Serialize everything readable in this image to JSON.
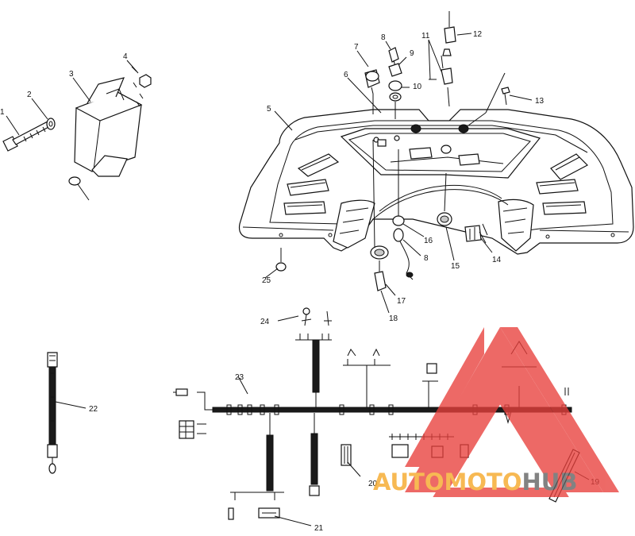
{
  "diagram": {
    "callouts": [
      {
        "id": "c1",
        "text": "1"
      },
      {
        "id": "c2",
        "text": "2"
      },
      {
        "id": "c3",
        "text": "3"
      },
      {
        "id": "c4",
        "text": "4"
      },
      {
        "id": "c5",
        "text": "5"
      },
      {
        "id": "c6",
        "text": "6"
      },
      {
        "id": "c7",
        "text": "7"
      },
      {
        "id": "c8a",
        "text": "8"
      },
      {
        "id": "c9",
        "text": "9"
      },
      {
        "id": "c10",
        "text": "10"
      },
      {
        "id": "c11",
        "text": "11"
      },
      {
        "id": "c12",
        "text": "12"
      },
      {
        "id": "c13",
        "text": "13"
      },
      {
        "id": "c14",
        "text": "14"
      },
      {
        "id": "c15",
        "text": "15"
      },
      {
        "id": "c16",
        "text": "16"
      },
      {
        "id": "c8b",
        "text": "8"
      },
      {
        "id": "c17",
        "text": "17"
      },
      {
        "id": "c18",
        "text": "18"
      },
      {
        "id": "c19",
        "text": "19"
      },
      {
        "id": "c20",
        "text": "20"
      },
      {
        "id": "c21",
        "text": "21"
      },
      {
        "id": "c22",
        "text": "22"
      },
      {
        "id": "c23",
        "text": "23"
      },
      {
        "id": "c24",
        "text": "24"
      },
      {
        "id": "c25",
        "text": "25"
      }
    ]
  },
  "watermark": {
    "part1": "AUTO",
    "part2": "MOTO",
    "part3": "HUB",
    "color_red": "#e8403c",
    "color_orange": "#f5a623",
    "color_grey": "#5f5f5f"
  }
}
